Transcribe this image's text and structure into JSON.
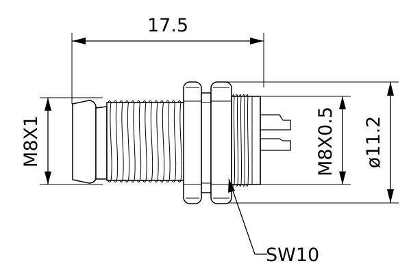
{
  "drawing": {
    "dimensions": {
      "overall_length": "17.5",
      "front_thread": "M8X1",
      "rear_thread": "M8X0.5",
      "outer_diameter": "ø11.2",
      "wrench_size": "SW10"
    }
  }
}
